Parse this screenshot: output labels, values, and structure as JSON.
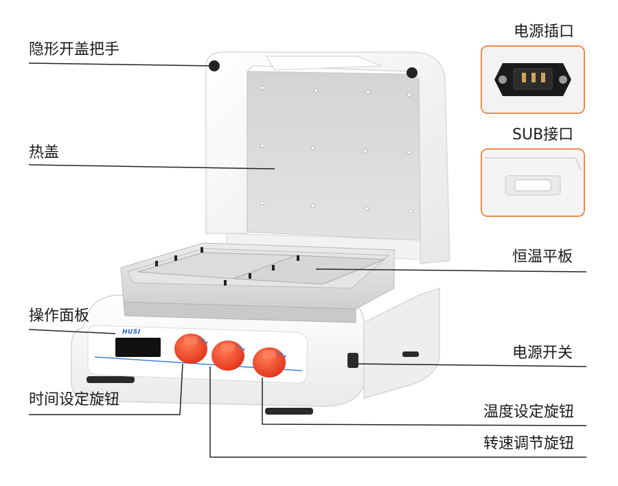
{
  "labels": {
    "hidden_handle": "隐形开盖把手",
    "heated_lid": "热盖",
    "control_panel": "操作面板",
    "time_knob": "时间设定旋钮",
    "power_socket": "电源插口",
    "sub_port": "SUB接口",
    "thermo_plate": "恒温平板",
    "power_switch": "电源开关",
    "temp_knob": "温度设定旋钮",
    "speed_knob": "转速调节旋钮"
  },
  "device": {
    "brand": "HUSI"
  },
  "colors": {
    "accent_border": "#f08a4b",
    "knob_red": "#f0421f",
    "panel_blue_line": "#3d82d8",
    "body_white": "#f3f4f5",
    "plate_gray": "#d9dadb",
    "display_black": "#111111"
  }
}
